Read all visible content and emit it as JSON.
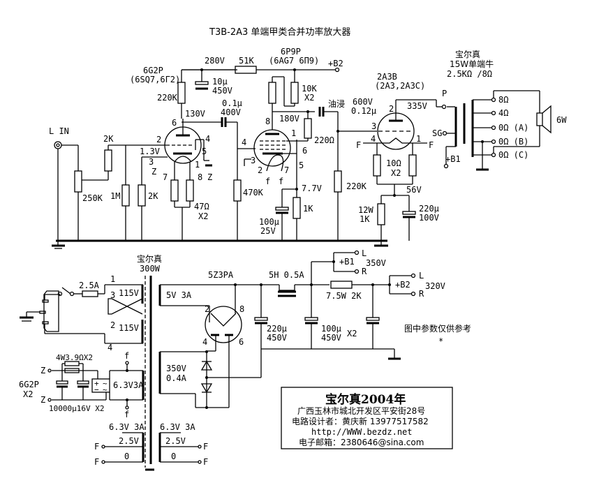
{
  "title": "T3B-2A3 单端甲类合并功率放大器",
  "input": {
    "label": "L IN"
  },
  "stage1": {
    "tube": "6G2P",
    "tube_alt": "(6SQ7,6Г2)",
    "pins": [
      "6",
      "2",
      "3",
      "4",
      "5",
      "1",
      "7",
      "8"
    ],
    "plate_voltage": "130V",
    "cathode_voltage": "1.3V",
    "plate_resistor": "220K",
    "pot": "250K",
    "grid_stopper": "2K",
    "grid_leak": "1M",
    "cathode_resistor": "2K",
    "heater_resistors": "47Ω",
    "heater_resistors_qty": "X2",
    "heater_label": "Z",
    "coupling_cap": "0.1μ",
    "coupling_cap_v": "400V"
  },
  "decoupling": {
    "voltage": "280V",
    "resistor": "51K",
    "cap": "10μ",
    "cap_v": "450V",
    "b2": "+B2"
  },
  "stage2": {
    "tube": "6P9P",
    "tube_alt": "(6AG7 6П9)",
    "pins": [
      "8",
      "1",
      "4",
      "6",
      "3",
      "2",
      "7",
      "5"
    ],
    "filament": "f",
    "plate_voltage": "180V",
    "plate_resistors": "10K",
    "plate_resistors_qty": "X2",
    "screen_resistor": "220Ω",
    "grid_leak": "470K",
    "cathode_voltage": "7.7V",
    "cathode_resistor": "1K",
    "cathode_cap": "100μ",
    "cathode_cap_v": "25V",
    "coupling_cap_type": "油浸",
    "coupling_cap_v": "600V",
    "coupling_cap": "0.12μ",
    "grid_resistor_2a3": "220K"
  },
  "output_stage": {
    "tube": "2A3B",
    "tube_alt": "(2A3,2A3C)",
    "pins": [
      "2",
      "3",
      "4",
      "1"
    ],
    "filament": "F",
    "plate_voltage": "335V",
    "hum_resistors": "10Ω",
    "hum_resistors_qty": "X2",
    "cathode_voltage": "56V",
    "cathode_resistor_w": "12W",
    "cathode_resistor": "1K",
    "cathode_cap": "220μ",
    "cathode_cap_v": "100V"
  },
  "output_transformer": {
    "brand": "宝尔真",
    "type": "15W单端牛",
    "impedance": "2.5KΩ /8Ω",
    "primary": [
      "P",
      "SG",
      "+B1"
    ],
    "taps": [
      "8Ω",
      "4Ω",
      "0Ω (A)",
      "0Ω (B)",
      "0Ω (C)"
    ],
    "speaker": "6W"
  },
  "power_transformer": {
    "brand": "宝尔真",
    "power": "300W",
    "fuse": "2.5A",
    "primary_pins": [
      "1",
      "3",
      "2",
      "4"
    ],
    "primary_windings": [
      "115V",
      "115V"
    ],
    "rect_winding": "5V 3A",
    "hv_winding": "350V",
    "hv_current": "0.4A",
    "heater_winding_dc": "6.3V3A",
    "heater_windings": [
      "6.3V 3A",
      "6.3V 3A"
    ],
    "heater_taps": [
      "2.5V",
      "0"
    ],
    "f_label": "F",
    "f_small": "f"
  },
  "rectifier": {
    "tube": "5Z3PA",
    "pins": [
      "2",
      "8",
      "4",
      "6"
    ]
  },
  "filter": {
    "choke": "5H 0.5A",
    "cap1": "220μ",
    "cap1_v": "450V",
    "cap2": "100μ",
    "cap2_v": "450V",
    "cap2_qty": "X2",
    "resistor": "7.5W 2K",
    "b1": "+B1",
    "b1_v": "350V",
    "b2": "+B2",
    "b2_v": "320V",
    "lr": [
      "L",
      "R"
    ]
  },
  "dc_heater": {
    "resistors": "4W3.9ΩX2",
    "caps": "10000μ16V X2",
    "tube": "6G2P",
    "qty": "X2",
    "label": "Z"
  },
  "note": "图中参数仅供参考",
  "note_mark": "*",
  "credits": {
    "title": "宝尔真2004年",
    "address": "广西玉林市城北开发区平安街28号",
    "designer": "电路设计者：黄庆新  13977517582",
    "website": "http://WWW.bezdz.net",
    "email": "电子邮箱：2380646@sina.com"
  }
}
